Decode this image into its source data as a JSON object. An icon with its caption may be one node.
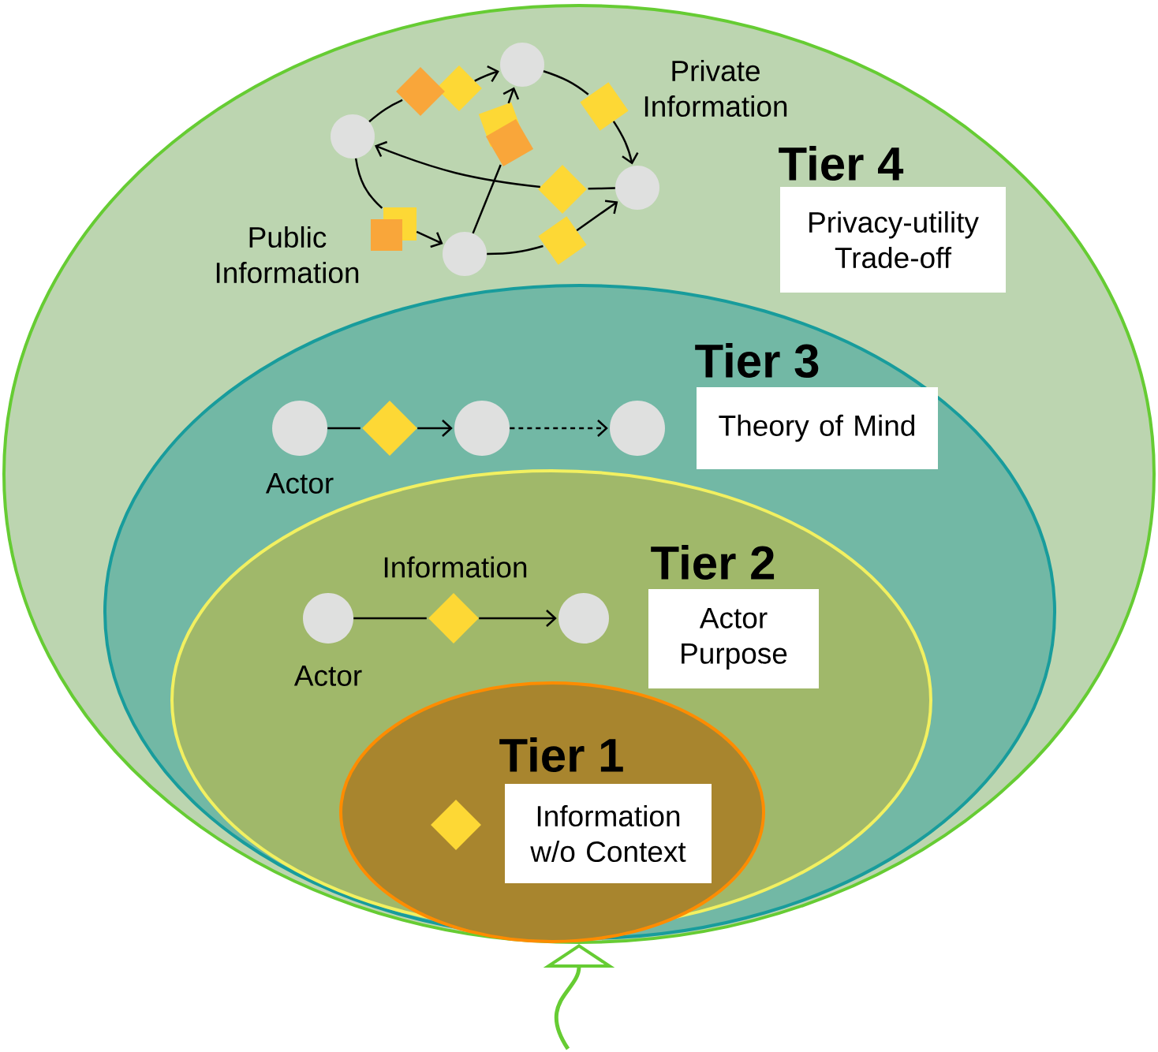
{
  "diagram": {
    "nodes": [
      {
        "text": [
          "Tier 4"
        ]
      },
      {
        "text": [
          "Privacy-utility Trade-off"
        ],
        "in": 0
      },
      {
        "text": [],
        "shape": "circle",
        "in": 0
      },
      {
        "text": [],
        "shape": "circle",
        "in": 0
      },
      {
        "text": [],
        "shape": "circle",
        "in": 0
      },
      {
        "text": [],
        "shape": "circle",
        "in": 0
      },
      {
        "text": [],
        "shape": "diamond",
        "in": 0
      },
      {
        "text": [],
        "shape": "diamond",
        "in": 0
      },
      {
        "text": [],
        "shape": "box",
        "in": 0
      },
      {
        "text": [],
        "shape": "box",
        "in": 0
      },
      {
        "text": [],
        "shape": "box",
        "in": 0
      },
      {
        "text": [],
        "shape": "diamond",
        "in": 0
      },
      {
        "text": [],
        "shape": "box",
        "in": 0
      },
      {
        "text": [],
        "shape": "box",
        "in": 0
      },
      {
        "text": [],
        "shape": "box",
        "in": 0
      },
      {
        "text": [
          "Tier 3"
        ],
        "in": 0
      },
      {
        "text": [
          "Theory of Mind"
        ],
        "in": 15
      },
      {
        "text": [],
        "shape": "circle",
        "in": 15,
        "beside": [
          "Actor"
        ]
      },
      {
        "text": [],
        "shape": "diamond",
        "in": 15
      },
      {
        "text": [],
        "shape": "circle",
        "in": 15
      },
      {
        "text": [],
        "shape": "circle",
        "in": 15
      },
      {
        "text": [
          "Tier 2"
        ],
        "in": 15
      },
      {
        "text": [
          "Actor Purpose"
        ],
        "in": 21
      },
      {
        "text": [],
        "shape": "circle",
        "in": 21,
        "beside": [
          "Actor"
        ]
      },
      {
        "text": [],
        "shape": "diamond",
        "in": 21,
        "beside": [
          "Information"
        ]
      },
      {
        "text": [],
        "shape": "circle",
        "in": 21
      },
      {
        "text": [
          "Tier 1"
        ],
        "in": 21
      },
      {
        "text": [],
        "shape": "diamond",
        "in": 26
      },
      {
        "text": [
          "Information w/o Context"
        ],
        "in": 26
      }
    ],
    "edges": [
      {
        "from": 2,
        "to": 7,
        "arrow": "none"
      },
      {
        "from": 6,
        "to": 3,
        "arrow": "to"
      },
      {
        "from": 3,
        "to": 8,
        "arrow": "none"
      },
      {
        "from": 8,
        "to": 4,
        "arrow": "to"
      },
      {
        "from": 4,
        "to": 11,
        "arrow": "none"
      },
      {
        "from": 11,
        "to": 2,
        "arrow": "to"
      },
      {
        "from": 5,
        "to": 10,
        "arrow": "none"
      },
      {
        "from": 9,
        "to": 3,
        "arrow": "to"
      },
      {
        "from": 2,
        "to": 12,
        "arrow": "none"
      },
      {
        "from": 12,
        "to": 5,
        "arrow": "to"
      },
      {
        "from": 5,
        "to": 14,
        "arrow": "none"
      },
      {
        "from": 14,
        "to": 4,
        "arrow": "to"
      },
      {
        "from": 17,
        "to": 18,
        "arrow": "none"
      },
      {
        "from": 18,
        "to": 19,
        "arrow": "to"
      },
      {
        "from": 19,
        "to": 20,
        "arrow": "to",
        "style": "dashed"
      },
      {
        "from": 23,
        "to": 24,
        "arrow": "none"
      },
      {
        "from": 24,
        "to": 25,
        "arrow": "to"
      },
      {
        "from": null,
        "to": 0,
        "arrow": "to",
        "style": "thick",
        "color": "#66cc33"
      }
    ],
    "labels": [
      "Private Information",
      "Public Information"
    ]
  }
}
